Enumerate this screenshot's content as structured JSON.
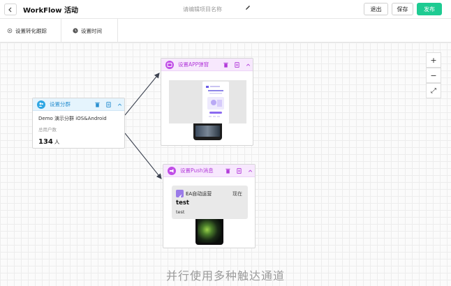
{
  "header": {
    "title": "WorkFlow 活动",
    "project_placeholder": "请编辑项目名称",
    "exit_label": "退出",
    "save_label": "保存",
    "publish_label": "发布"
  },
  "toolbar": {
    "conversion_label": "设置转化跟踪",
    "time_label": "设置时间"
  },
  "zoom": {
    "in": "+",
    "out": "−",
    "fit": "⤢"
  },
  "segment_node": {
    "title": "设置分群",
    "description": "Demo 演示分群 iOS&Android",
    "users_label": "总用户数",
    "count": "134",
    "unit": "人"
  },
  "app_popup_node": {
    "title": "设置APP弹窗"
  },
  "push_node": {
    "title": "设置Push消息",
    "app_name": "EA自动运营",
    "time": "现在",
    "message_title": "test",
    "message_body": "test"
  },
  "caption": "并行使用多种触达通道",
  "colors": {
    "publish": "#1ecb92",
    "segment_accent": "#2ea6e3",
    "channel_accent": "#c04de7"
  }
}
